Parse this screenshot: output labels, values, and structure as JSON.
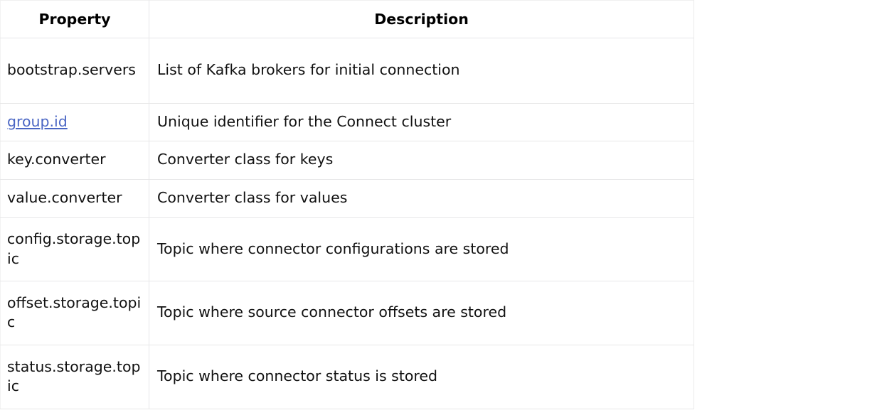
{
  "table": {
    "columns": [
      {
        "key": "property",
        "label": "Property",
        "align": "center"
      },
      {
        "key": "description",
        "label": "Description",
        "align": "center"
      }
    ],
    "rows": [
      {
        "property": "bootstrap.servers",
        "description": "List of Kafka brokers for initial connection",
        "is_link": false
      },
      {
        "property": "group.id",
        "description": "Unique identifier for the Connect cluster",
        "is_link": true
      },
      {
        "property": "key.converter",
        "description": "Converter class for keys",
        "is_link": false
      },
      {
        "property": "value.converter",
        "description": "Converter class for values",
        "is_link": false
      },
      {
        "property": "config.storage.topic",
        "description": "Topic where connector configurations are stored",
        "is_link": false
      },
      {
        "property": "offset.storage.topic",
        "description": "Topic where source connector offsets are stored",
        "is_link": false
      },
      {
        "property": "status.storage.topic",
        "description": "Topic where connector status is stored",
        "is_link": false
      }
    ]
  },
  "colors": {
    "link": "#4a66c4",
    "border": "#e7e7e8",
    "text": "#111111",
    "header_text": "#000000",
    "background": "#ffffff"
  }
}
